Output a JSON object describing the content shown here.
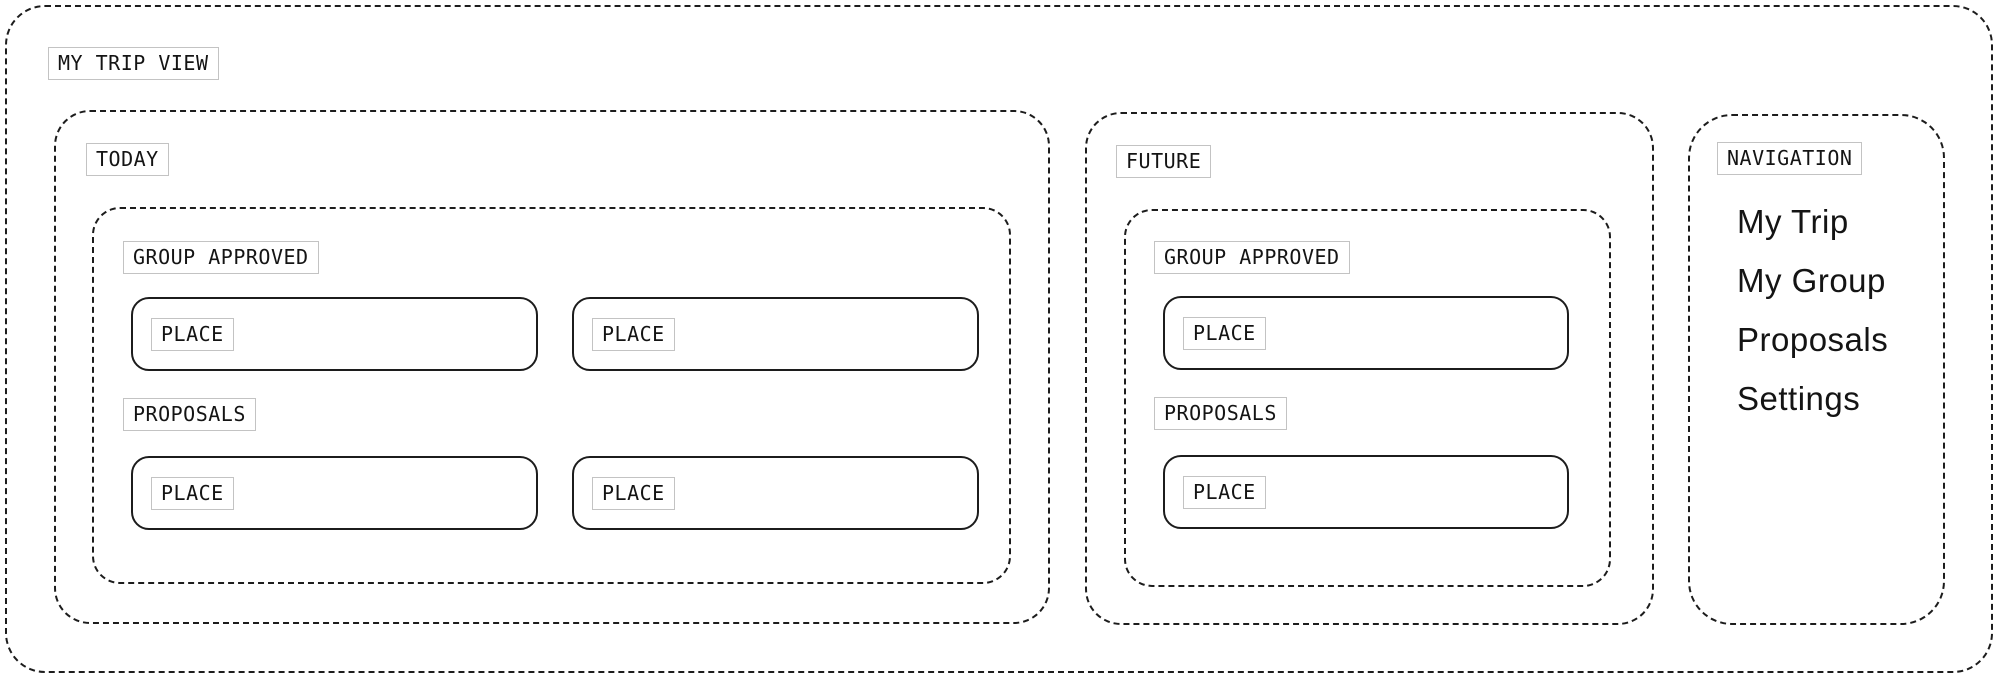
{
  "page": {
    "title_label": "MY TRIP VIEW"
  },
  "sections": {
    "today": {
      "label": "TODAY",
      "group_approved": {
        "label": "GROUP APPROVED",
        "places": [
          "PLACE",
          "PLACE"
        ]
      },
      "proposals": {
        "label": "PROPOSALS",
        "places": [
          "PLACE",
          "PLACE"
        ]
      }
    },
    "future": {
      "label": "FUTURE",
      "group_approved": {
        "label": "GROUP APPROVED",
        "places": [
          "PLACE"
        ]
      },
      "proposals": {
        "label": "PROPOSALS",
        "places": [
          "PLACE"
        ]
      }
    },
    "navigation": {
      "label": "NAVIGATION",
      "items": [
        {
          "label": "My Trip"
        },
        {
          "label": "My Group"
        },
        {
          "label": "Proposals"
        },
        {
          "label": "Settings"
        }
      ]
    }
  },
  "colors": {
    "stroke": "#1c1c1c",
    "label_border": "#c3c3c3",
    "background": "#ffffff",
    "text": "#141414"
  }
}
